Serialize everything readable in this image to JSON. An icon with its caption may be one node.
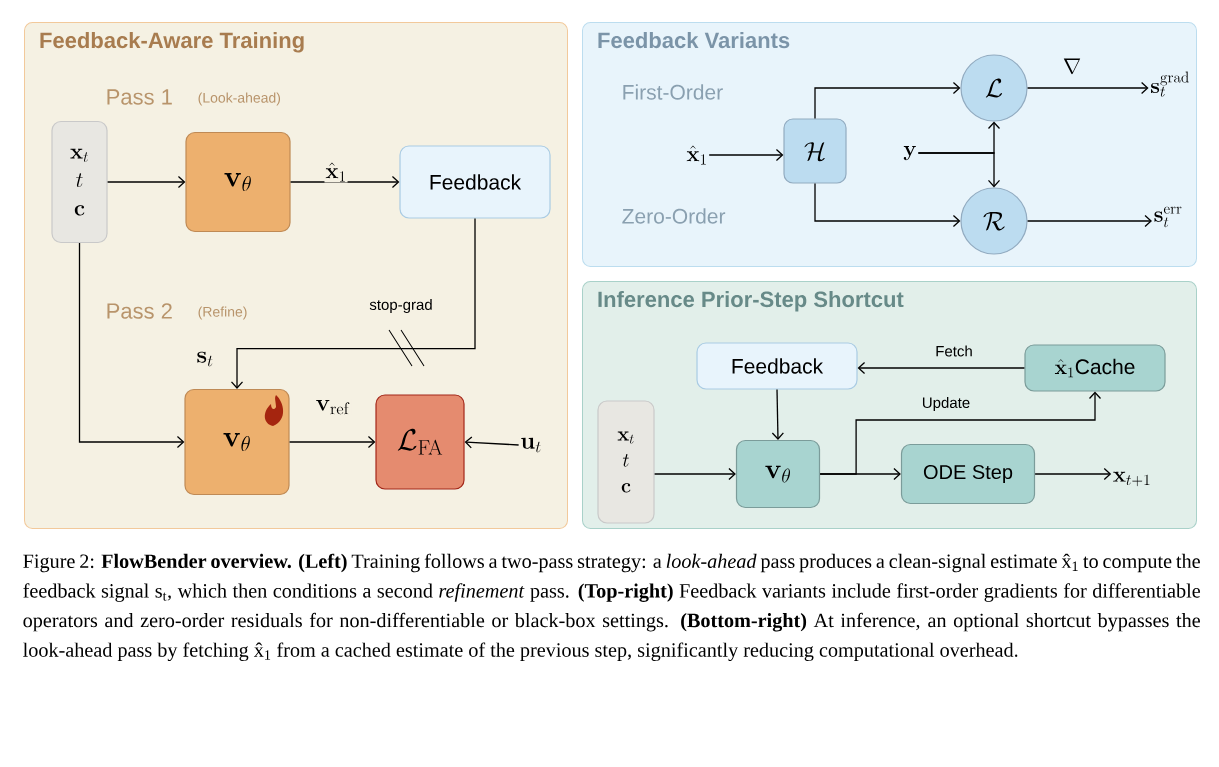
{
  "diagram": {
    "caption": "Figure 2: **FlowBender overview.** **(Left)** Training follows a two-pass strategy: a *look-ahead* pass produces a clean-signal estimate x̂$_{1}$ to compute the feedback signal s$_{t}$, which then conditions a second *refinement* pass. **(Top-right)** Feedback variants include first-order gradients for differentiable operators and zero-order residuals for non-differentiable or black-box settings. **(Bottom-right)** At inference, an optional shortcut bypasses the look-ahead pass by fetching x̂$_{1}$ from a cached estimate of the previous step, significantly reducing computational overhead.",
    "nodes": [
      {
        "text": [
          "Feedback-Aware Training"
        ]
      },
      {
        "text": [
          "\\mathbf{x}_t",
          "t",
          "\\mathbf{c}"
        ],
        "in": 0
      },
      {
        "text": [
          "\\mathbf{v}_\\theta"
        ],
        "in": 0
      },
      {
        "text": [
          "Feedback"
        ],
        "in": 0
      },
      {
        "text": [
          "\\mathbf{v}_\\theta"
        ],
        "in": 0
      },
      {
        "text": [
          "\\mathcal{L}_{\\mathrm{FA}}"
        ],
        "in": 0
      },
      {
        "text": [
          "\\mathbf{u}_t"
        ],
        "in": 0
      },
      {
        "text": [
          "Feedback Variants"
        ]
      },
      {
        "text": [
          "\\mathcal{H}"
        ],
        "in": 7
      },
      {
        "text": [
          "\\mathcal{L}"
        ],
        "in": 7
      },
      {
        "text": [
          "\\mathcal{R}"
        ],
        "in": 7
      },
      {
        "text": [
          "\\hat{\\mathbf{x}}_1"
        ],
        "in": 7
      },
      {
        "text": [
          "\\mathbf{y}"
        ],
        "in": 7
      },
      {
        "text": [
          "\\mathbf{s}_t^{\\mathrm{grad}}"
        ],
        "in": 7
      },
      {
        "text": [
          "\\mathbf{s}_t^{\\mathrm{err}}"
        ],
        "in": 7
      },
      {
        "text": [
          "Inference Prior-Step Shortcut"
        ]
      },
      {
        "text": [
          "Feedback"
        ],
        "in": 15
      },
      {
        "text": [
          "\\hat{\\mathbf{x}}_1\\mbox{Cache}"
        ],
        "in": 15
      },
      {
        "text": [
          "\\mathbf{x}_t",
          "t",
          "\\mathbf{c}"
        ],
        "in": 15
      },
      {
        "text": [
          "\\mathbf{v}_\\theta"
        ],
        "in": 15
      },
      {
        "text": [
          "ODE Step"
        ],
        "in": 15
      },
      {
        "text": [
          "\\mathbf{x}_{t+1}"
        ],
        "in": 15
      }
    ],
    "edges": [
      {
        "from": 1,
        "to": 2,
        "arrow": "to"
      },
      {
        "from": 2,
        "to": 3,
        "arrow": "to",
        "label": "\\hat{\\mathbf{x}}_1"
      },
      {
        "from": 3,
        "to": 4,
        "arrow": "to",
        "label": "\\mathbf{s}_t"
      },
      {
        "from": 1,
        "to": 4,
        "arrow": "to"
      },
      {
        "from": 4,
        "to": 5,
        "arrow": "to",
        "label": "\\mathbf{v}_{\\mathrm{ref}}"
      },
      {
        "from": 6,
        "to": 5,
        "arrow": "to"
      },
      {
        "from": 11,
        "to": 8,
        "arrow": "to"
      },
      {
        "from": 8,
        "to": 9,
        "arrow": "to"
      },
      {
        "from": 8,
        "to": 10,
        "arrow": "to"
      },
      {
        "from": 12,
        "to": 9,
        "arrow": "to"
      },
      {
        "from": 12,
        "to": 10,
        "arrow": "to"
      },
      {
        "from": 9,
        "to": 13,
        "arrow": "to",
        "label": "\\nabla"
      },
      {
        "from": 10,
        "to": 14,
        "arrow": "to"
      },
      {
        "from": 17,
        "to": 16,
        "arrow": "to",
        "label": "Fetch"
      },
      {
        "from": 16,
        "to": 19,
        "arrow": "to"
      },
      {
        "from": 18,
        "to": 19,
        "arrow": "to"
      },
      {
        "from": 19,
        "to": 20,
        "arrow": "to"
      },
      {
        "from": 19,
        "to": 17,
        "arrow": "to",
        "label": "Update"
      },
      {
        "from": 20,
        "to": 21,
        "arrow": "to"
      }
    ],
    "labels": [
      "Pass 1",
      "(Look-ahead)",
      "Pass 2",
      "(Refine)",
      "stop-grad",
      "First-Order",
      "Zero-Order"
    ]
  }
}
